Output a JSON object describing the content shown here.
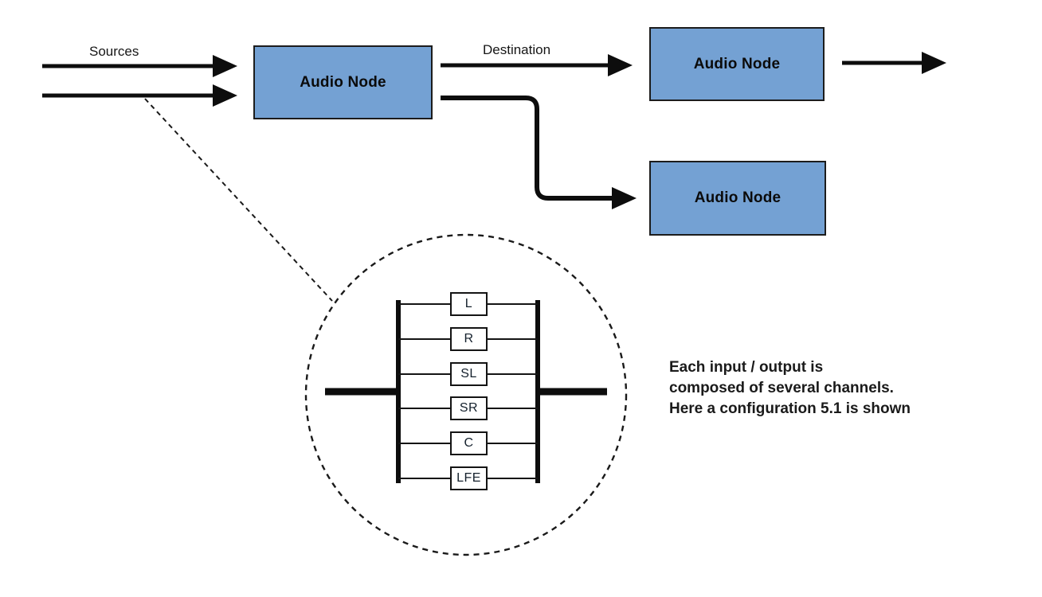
{
  "diagram": {
    "labels": {
      "sources": "Sources",
      "destination": "Destination"
    },
    "nodes": [
      {
        "label": "Audio Node"
      },
      {
        "label": "Audio Node"
      },
      {
        "label": "Audio Node"
      }
    ],
    "channels": [
      "L",
      "R",
      "SL",
      "SR",
      "C",
      "LFE"
    ],
    "annotation": {
      "lines": [
        "Each input / output is",
        "composed of several channels.",
        "Here a configuration 5.1 is shown"
      ]
    },
    "channel_configuration": "5.1",
    "colors": {
      "node_fill": "#74a1d3",
      "node_border": "#1c1c1c",
      "line": "#0d0d0d",
      "background": "#ffffff"
    }
  }
}
